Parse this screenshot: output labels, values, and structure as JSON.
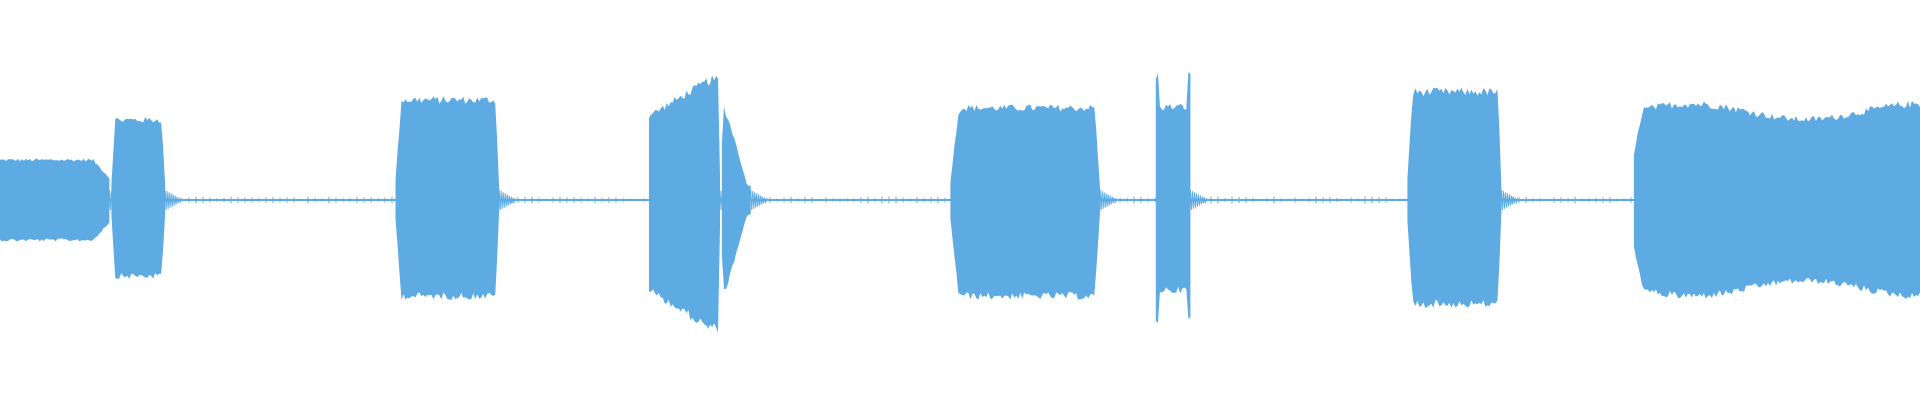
{
  "waveform": {
    "color": "#5dabe2",
    "background": "#ffffff",
    "duration_fraction_total": 1.0,
    "baseline_amplitude": 0.006,
    "segments": [
      {
        "name": "clip-1a",
        "start": 0.0,
        "end": 0.057,
        "amp_top": 0.1,
        "amp_bottom": 0.1,
        "shape": "flat-taper-end"
      },
      {
        "name": "clip-1b",
        "start": 0.058,
        "end": 0.086,
        "amp_top": 0.2,
        "amp_bottom": 0.19,
        "shape": "rounded"
      },
      {
        "name": "clip-2",
        "start": 0.206,
        "end": 0.26,
        "amp_top": 0.25,
        "amp_bottom": 0.24,
        "shape": "rounded-tail"
      },
      {
        "name": "clip-3a",
        "start": 0.338,
        "end": 0.375,
        "amp_top": 0.3,
        "amp_bottom": 0.32,
        "shape": "rising"
      },
      {
        "name": "clip-3b",
        "start": 0.376,
        "end": 0.391,
        "amp_top": 0.24,
        "amp_bottom": 0.24,
        "shape": "falling"
      },
      {
        "name": "clip-4",
        "start": 0.495,
        "end": 0.573,
        "amp_top": 0.23,
        "amp_bottom": 0.24,
        "shape": "rounded-tail"
      },
      {
        "name": "clip-5",
        "start": 0.602,
        "end": 0.62,
        "amp_top": 0.31,
        "amp_bottom": 0.3,
        "shape": "spiky"
      },
      {
        "name": "clip-6",
        "start": 0.733,
        "end": 0.782,
        "amp_top": 0.27,
        "amp_bottom": 0.26,
        "shape": "rounded-tail"
      },
      {
        "name": "clip-7",
        "start": 0.851,
        "end": 1.0,
        "amp_top": 0.24,
        "amp_bottom": 0.24,
        "shape": "long-undulating"
      }
    ]
  }
}
